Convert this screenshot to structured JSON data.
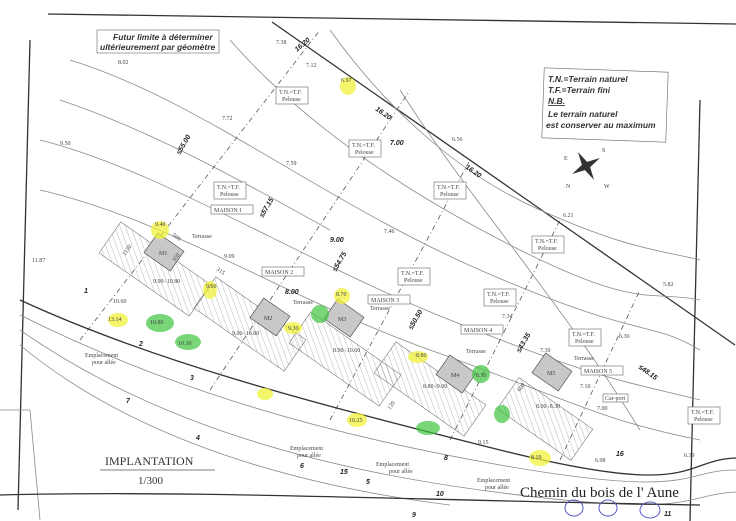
{
  "note_top": {
    "line1": "Futur limite à déterminer",
    "line2": "ultérieurement par géomètre"
  },
  "legend": {
    "l1": "T.N.=Terrain naturel",
    "l2": "T.F.=Terrain fini",
    "l3": "N.B.",
    "l4": "Le terrain naturel",
    "l5": "est conserver au maximum"
  },
  "title": {
    "name": "IMPLANTATION",
    "scale": "1/300"
  },
  "road": "Chemin du bois de l' Aune",
  "houses": [
    {
      "label": "MAISON 1",
      "code": "M1",
      "platform": "9.90÷10.80"
    },
    {
      "label": "MAISON 2",
      "code": "M2",
      "platform": "9.00÷10.80"
    },
    {
      "label": "MAISON 3",
      "code": "M3",
      "platform": "8.90÷10.60"
    },
    {
      "label": "MAISON 4",
      "code": "M4",
      "platform": "8.80÷9.00"
    },
    {
      "label": "MAISON 5",
      "code": "M5",
      "platform": "8.00÷8.30"
    }
  ],
  "tn_tf": {
    "l1": "T.N.=T.F.",
    "l2": "Pelouse"
  },
  "terrasse": "Terrasse",
  "carport": "Car-port",
  "emplacement": {
    "l1": "Emplacement",
    "l2": "pour allée"
  },
  "boundary_dims": [
    "16.20",
    "16.20",
    "16.20"
  ],
  "lot_dims": [
    "≤55.00",
    "≤57.15",
    "≤54.75",
    "≤50.50",
    "≤43.35",
    "≤48.15"
  ],
  "boxed_levels": [
    "7.00",
    "9.00",
    "8.00"
  ],
  "elevations": [
    "8.02",
    "7.38",
    "7.12",
    "6.97",
    "7.72",
    "9.50",
    "7.59",
    "6.56",
    "7.46",
    "9.40",
    "9.09",
    "9.60",
    "9.30",
    "8.70",
    "8.80",
    "8.50",
    "7.34",
    "7.30",
    "7.10",
    "7.00",
    "6.30",
    "5.82",
    "6.21",
    "13.14",
    "10.80",
    "10.30",
    "10.25",
    "8.19",
    "6.98",
    "6.39",
    "9.15",
    "11.87",
    "10.60"
  ],
  "dims": [
    "500",
    "350",
    "315",
    "1150",
    "600",
    "120"
  ],
  "points": [
    "1",
    "2",
    "3",
    "4",
    "5",
    "6",
    "7",
    "8",
    "9",
    "10",
    "11",
    "15",
    "16"
  ],
  "compass": {
    "n": "N",
    "s": "S",
    "e": "E",
    "w": "W"
  }
}
